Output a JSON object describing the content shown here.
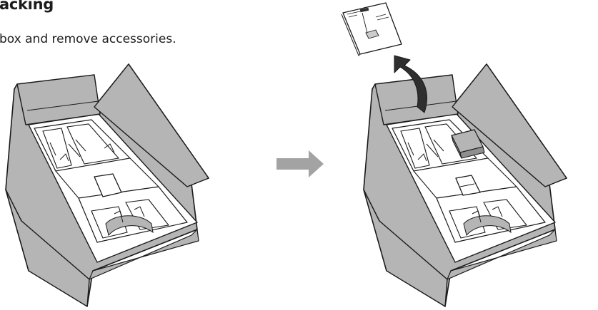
{
  "section": {
    "heading": "acking",
    "instruction": "box and remove accessories."
  },
  "figure": {
    "colors": {
      "box_fill": "#b5b5b5",
      "box_inner": "#ffffff",
      "line": "#1a1a1a",
      "accessory_fill": "#b5b5b5",
      "arrow_fill": "#a3a3a3"
    },
    "icons": [
      "open-box-with-manual",
      "transition-arrow-icon",
      "remove-arrow-icon",
      "manual-booklet",
      "accessory-box",
      "open-box-after-removal"
    ]
  }
}
